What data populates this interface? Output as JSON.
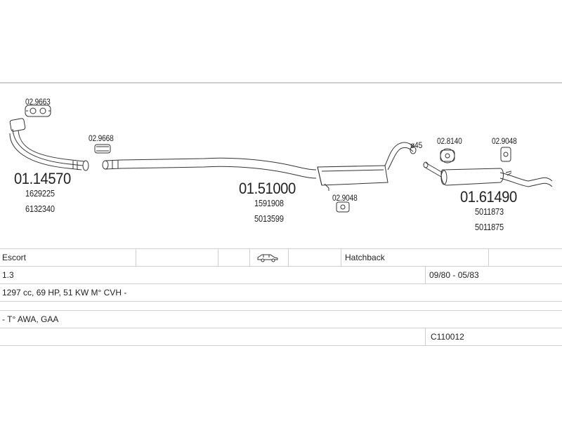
{
  "parts": {
    "gasket_top": "02.9663",
    "front_pipe_code": "01.14570",
    "front_pipe_ref1": "1629225",
    "front_pipe_ref2": "6132340",
    "clamp_front": "02.9668",
    "center_pipe_code": "01.51000",
    "center_pipe_ref1": "1591908",
    "center_pipe_ref2": "5013599",
    "hanger_center": "02.9048",
    "diameter": "ø45",
    "hanger_rear_ring": "02.8140",
    "hanger_rear": "02.9048",
    "rear_silencer_code": "01.61490",
    "rear_silencer_ref1": "5011873",
    "rear_silencer_ref2": "5011875"
  },
  "table": {
    "model": "Escort",
    "body_type": "Hatchback",
    "engine_size": "1.3",
    "date_range": "09/80 - 05/83",
    "engine_desc": "1297 cc, 69 HP, 51 KW M° CVH -",
    "engine_codes": "- T° AWA, GAA",
    "catalog_no": "C110012",
    "car_icon": "hatchback-car-icon"
  }
}
